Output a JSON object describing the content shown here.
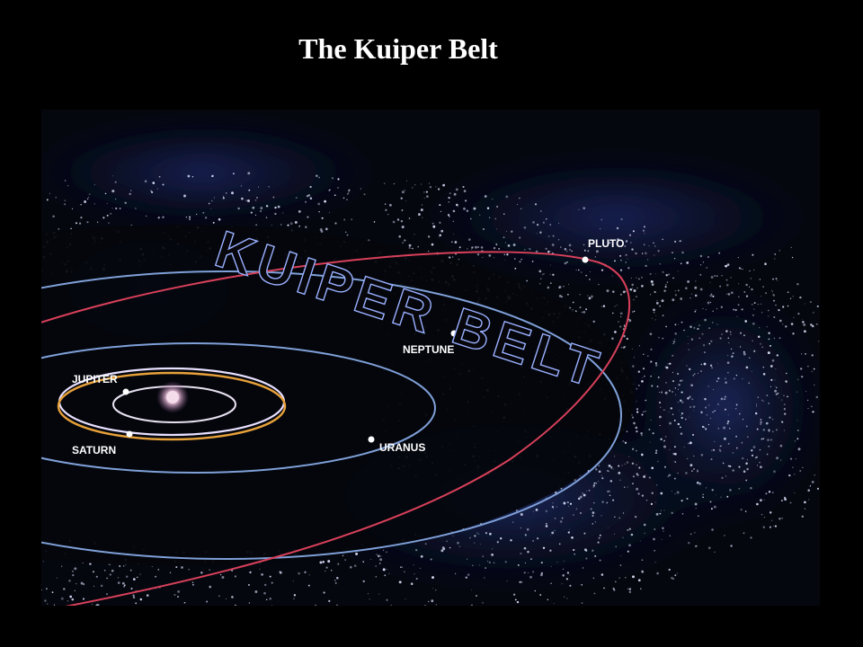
{
  "title": "The Kuiper Belt",
  "figure": {
    "belt_label": "KUIPER BELT",
    "planets": {
      "jupiter": "JUPITER",
      "saturn": "SATURN",
      "uranus": "URANUS",
      "neptune": "NEPTUNE",
      "pluto": "PLUTO"
    },
    "colors": {
      "background": "#000000",
      "space": "#05070f",
      "jupiter_saturn_orbit": "#e8a13a",
      "uranus_neptune_orbit": "#7fa0d8",
      "pluto_orbit": "#d8405a",
      "belt_glow": "#3c4fb0",
      "title_text": "#ffffff"
    }
  }
}
